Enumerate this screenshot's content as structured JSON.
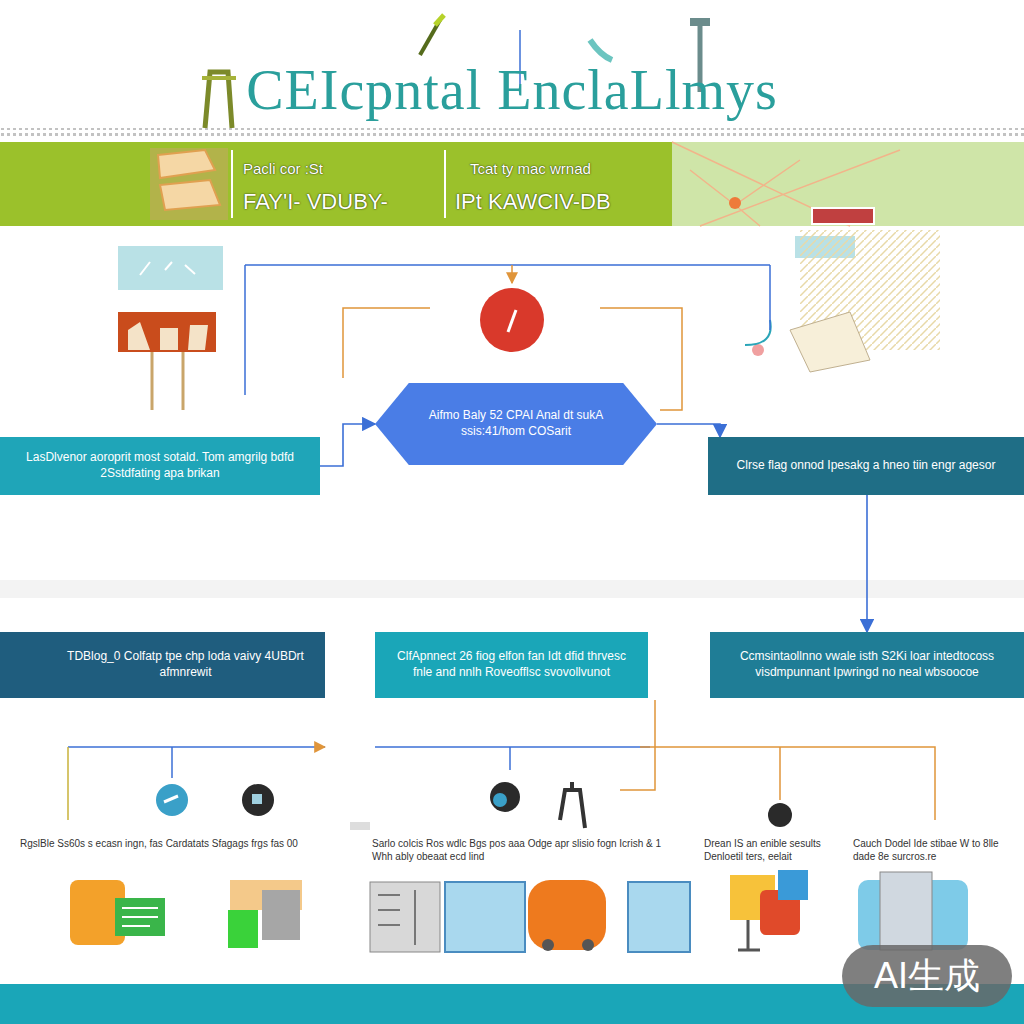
{
  "diagram": {
    "title": "CEIcpntal EnclaLlmys",
    "nodes": [
      {
        "text": [
          "Aifmo Baly 52 CPAI Anal dt sukA ssis:41/hom COSarit"
        ]
      },
      {
        "text": [
          "LasDlvenor aoroprit most sotald. Tom amgrilg bdfd 2Sstdfating apa brikan"
        ]
      },
      {
        "text": [
          "Clrse flag onnod Ipesakg a hneo tiin engr agesor"
        ]
      },
      {
        "text": [
          "TDBlog_0 Colfatp tpe chp loda vaivy 4UBDrt afmnrewit"
        ]
      },
      {
        "text": [
          "ClfApnnect 26 fiog elfon fan Idt dfid thrvesc fnle and nnlh Roveofflsc svovollvunot"
        ]
      },
      {
        "text": [
          "Ccmsintaollnno vwale isth S2Ki loar intedtocoss visdmpunnant Ipwringd no neal wbsoocoe"
        ]
      }
    ],
    "edges": [
      {
        "from": 1,
        "to": 0,
        "arrow": "to"
      },
      {
        "from": 0,
        "to": 2,
        "arrow": "to"
      },
      {
        "from": 2,
        "to": 5,
        "arrow": "to"
      }
    ],
    "labels": [
      "Pacli cor :St",
      "FAY'I- VDUBY-",
      "Tcat ty mac wrnad",
      "IPt KAWCIV-DB",
      "RgslBle Ss60s s ecasn ingn, fas Cardatats Sfagags frgs fas 00",
      "Sarlo colcis Ros wdlc Bgs pos aaa Odge apr slisio fogn Icrish & 1 Whh ably obeaat ecd lind",
      "Drean IS an enible sesults Denloetil ters, eelait",
      "Cauch Dodel Ide stibae W to 8lle dade 8e surcros.re",
      "AI生成"
    ]
  }
}
